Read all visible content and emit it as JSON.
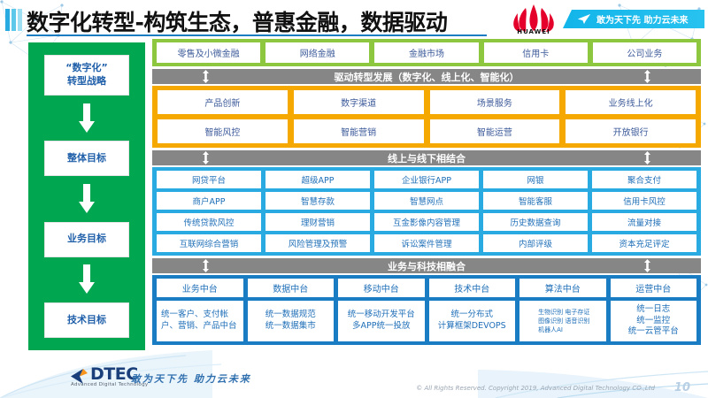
{
  "header": {
    "title": "数字化转型-构筑生态，普惠金融，数据驱动",
    "brand": "HUAWEI",
    "banner_slogan": "敢为天下先 助力云未来"
  },
  "rail": {
    "items": [
      {
        "label": "“数字化”\n转型战略"
      },
      {
        "label": "整体目标"
      },
      {
        "label": "业务目标"
      },
      {
        "label": "技术目标"
      }
    ]
  },
  "business_lines": {
    "cells": [
      "零售及小微金融",
      "网络金融",
      "金融市场",
      "信用卡",
      "公司业务"
    ]
  },
  "dividers": {
    "drive": "驱动转型发展（数字化、线上化、智能化）",
    "online_offline": "线上与线下相结合",
    "fusion": "业务与科技相融合"
  },
  "transformation": {
    "rows": [
      [
        "产品创新",
        "数字渠道",
        "场景服务",
        "业务线上化"
      ],
      [
        "智能风控",
        "智能营销",
        "智能运营",
        "开放银行"
      ]
    ]
  },
  "applications": {
    "rows": [
      [
        "网贷平台",
        "超级APP",
        "企业银行APP",
        "网银",
        "聚合支付"
      ],
      [
        "商户APP",
        "智慧存款",
        "智慧网点",
        "智能客服",
        "信用卡风控"
      ],
      [
        "传统贷款风控",
        "理财营销",
        "互金影像内容管理",
        "历史数据查询",
        "流量对接"
      ],
      [
        "互联网综合营销",
        "风险管理及预警",
        "诉讼案件管理",
        "内部评级",
        "资本充足评定"
      ]
    ]
  },
  "platforms": {
    "columns": [
      {
        "head": "业务中台",
        "body": "统一客户、支付帐户、营销、产品中台",
        "style": "left"
      },
      {
        "head": "数据中台",
        "body": "统一数据规范\n统一数据集市",
        "style": "center"
      },
      {
        "head": "移动中台",
        "body": "统一移动开发平台\n多APP统一投放",
        "style": "center"
      },
      {
        "head": "技术中台",
        "body": "统一分布式\n计算框架DEVOPS",
        "style": "center"
      },
      {
        "head": "算法中台",
        "body": "生物识别 电子存证\n图像识别 语音识别\n机器人AI",
        "style": "tiny"
      },
      {
        "head": "运营中台",
        "body": "统一日志\n统一监控\n统一云管平台",
        "style": "center"
      }
    ]
  },
  "footer": {
    "logo_word": "DTEC",
    "logo_sub": "Advanced Digital Technology",
    "tagline": "敢为天下先  助力云未来",
    "copyright": "© All Rights Reserved. Copyright 2019, Advanced Digital Technology CO.,Ltd",
    "page_number": "10"
  }
}
